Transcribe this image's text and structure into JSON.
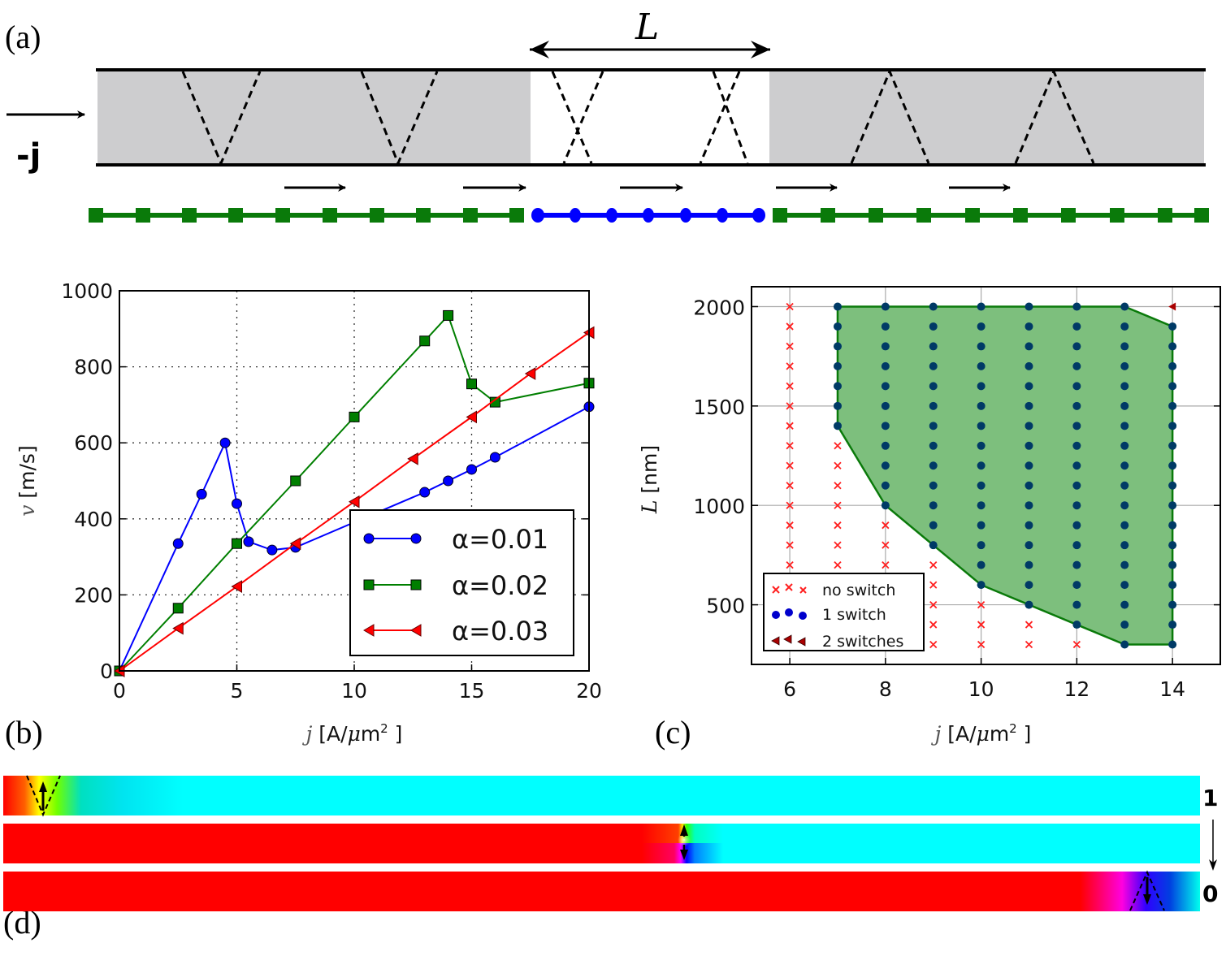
{
  "panels": {
    "a": {
      "label": "(a)",
      "current_label": "-j",
      "length_label": "L",
      "colors": {
        "domain_fill": "#cdcdcf",
        "green": "#0a7a0a",
        "blue": "#0000ff",
        "wall_dash": "#000000"
      }
    },
    "b": {
      "label": "(b)",
      "legend": [
        "α=0.01",
        "α=0.02",
        "α=0.03"
      ]
    },
    "c": {
      "label": "(c)",
      "legend": [
        "no switch",
        "1 switch",
        "2 switches"
      ]
    },
    "d": {
      "label": "(d)",
      "state_top": "1",
      "state_bottom": "0",
      "colors": {
        "cyan": "#00ffff",
        "red": "#ff0000"
      }
    }
  },
  "chart_data": [
    {
      "panel": "b",
      "type": "line",
      "title": "",
      "xlabel": "j [A/μm²]",
      "ylabel": "v [m/s]",
      "xlim": [
        0,
        20
      ],
      "ylim": [
        0,
        1000
      ],
      "xticks": [
        0,
        5,
        10,
        15,
        20
      ],
      "yticks": [
        0,
        200,
        400,
        600,
        800,
        1000
      ],
      "grid": "dotted",
      "legend_position": "lower right",
      "series": [
        {
          "name": "α=0.01",
          "color": "#0000ff",
          "marker": "circle",
          "x": [
            0,
            2.5,
            3.5,
            4.5,
            5,
            5.5,
            6.5,
            7.5,
            13,
            14,
            15,
            16,
            20
          ],
          "y": [
            0,
            335,
            465,
            600,
            440,
            340,
            318,
            325,
            470,
            500,
            530,
            562,
            695
          ]
        },
        {
          "name": "α=0.02",
          "color": "#007f00",
          "marker": "square",
          "x": [
            0,
            2.5,
            5,
            7.5,
            10,
            13,
            14,
            15,
            16,
            20
          ],
          "y": [
            0,
            165,
            335,
            500,
            668,
            868,
            935,
            755,
            707,
            757
          ]
        },
        {
          "name": "α=0.03",
          "color": "#ff0000",
          "marker": "triangle-left",
          "x": [
            0,
            2.5,
            5,
            7.5,
            10,
            12.5,
            15,
            17.5,
            20
          ],
          "y": [
            0,
            112,
            222,
            335,
            445,
            558,
            668,
            782,
            890
          ]
        }
      ]
    },
    {
      "panel": "c",
      "type": "scatter",
      "title": "",
      "xlabel": "j [A/μm²]",
      "ylabel": "L [nm]",
      "xlim": [
        5.2,
        15.0
      ],
      "ylim": [
        200,
        2100
      ],
      "xticks": [
        6,
        8,
        10,
        12,
        14
      ],
      "yticks": [
        500,
        1000,
        1500,
        2000
      ],
      "grid": "solid",
      "legend_position": "lower left",
      "L_values": [
        300,
        400,
        500,
        600,
        700,
        800,
        900,
        1000,
        1100,
        1200,
        1300,
        1400,
        1500,
        1600,
        1700,
        1800,
        1900,
        2000
      ],
      "j_values": [
        6,
        7,
        8,
        9,
        10,
        11,
        12,
        13,
        14
      ],
      "no_switch_min_L_for_one_switch": {
        "6": null,
        "7": 1400,
        "8": 1000,
        "9": 800,
        "10": 600,
        "11": 500,
        "12": 400,
        "13": 300,
        "14": 300
      },
      "two_switches": [
        {
          "j": 14,
          "L": 2000
        }
      ],
      "one_switch_region_polygon": [
        [
          7,
          2000
        ],
        [
          13,
          2000
        ],
        [
          14,
          1900
        ],
        [
          14,
          300
        ],
        [
          13,
          300
        ],
        [
          12,
          400
        ],
        [
          11,
          500
        ],
        [
          10,
          600
        ],
        [
          9,
          800
        ],
        [
          8,
          1000
        ],
        [
          7,
          1400
        ]
      ],
      "series": [
        {
          "name": "no switch",
          "color": "#ff0000",
          "marker": "x"
        },
        {
          "name": "1 switch",
          "color": "#003366",
          "marker": "circle"
        },
        {
          "name": "2 switches",
          "color": "#aa0000",
          "marker": "triangle-left"
        }
      ],
      "region_fill": "#7dbf7d"
    }
  ]
}
